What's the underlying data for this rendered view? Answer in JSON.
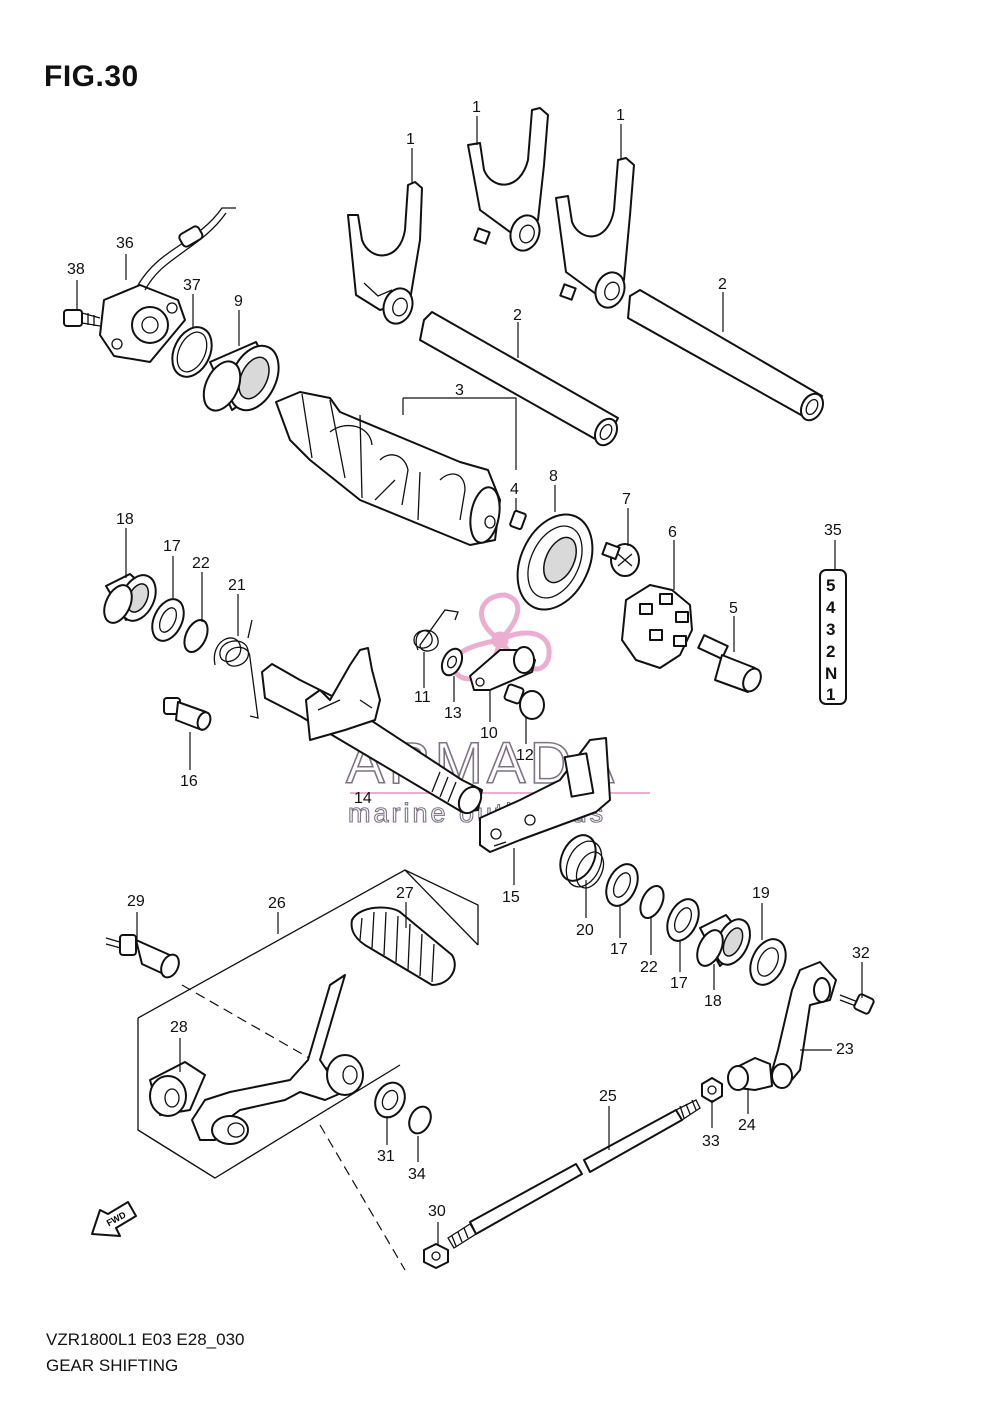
{
  "figure": {
    "title": "FIG.30",
    "model_code": "VZR1800L1 E03 E28_030",
    "caption": "GEAR SHIFTING"
  },
  "watermark": {
    "brand": "ARMADA",
    "tagline": "marine outboards",
    "accent_color": "#e8a0c8"
  },
  "gear_badge": [
    "5",
    "4",
    "3",
    "2",
    "N",
    "1"
  ],
  "fwd_label": "FWD",
  "callouts": [
    "1",
    "1",
    "1",
    "2",
    "2",
    "3",
    "4",
    "5",
    "6",
    "7",
    "8",
    "9",
    "10",
    "11",
    "12",
    "13",
    "14",
    "15",
    "16",
    "17",
    "17",
    "17",
    "18",
    "18",
    "19",
    "20",
    "21",
    "22",
    "22",
    "23",
    "24",
    "25",
    "26",
    "27",
    "28",
    "29",
    "30",
    "31",
    "32",
    "33",
    "34",
    "35",
    "36",
    "37",
    "38"
  ]
}
